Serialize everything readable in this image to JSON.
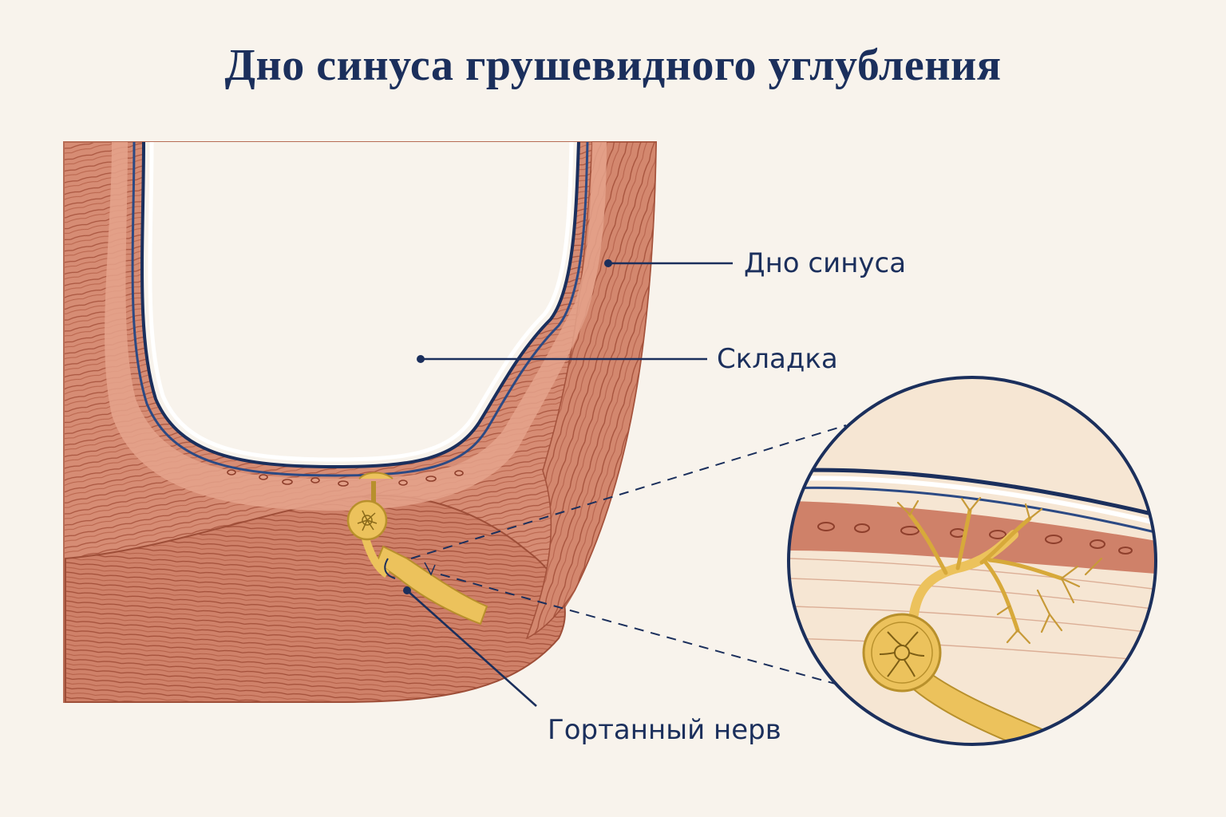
{
  "title": "Дно синуса грушевидного углубления",
  "labels": {
    "sinus_floor": "Дно синуса",
    "fold": "Складка",
    "laryngeal_nerve": "Гортанный нерв"
  },
  "colors": {
    "muscle": "#d0836b",
    "muscle_dark": "#a8553e",
    "mucosa_blue": "#1b2f5c",
    "nerve": "#e9c15e",
    "background": "#f8f3ec"
  }
}
